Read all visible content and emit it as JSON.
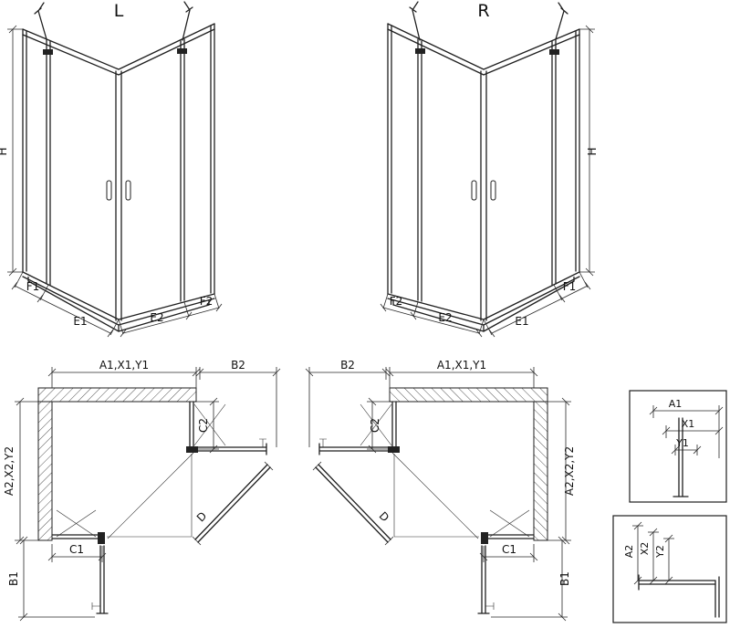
{
  "persp_left": {
    "title": "L",
    "h": "H",
    "f1": "F1",
    "e1": "E1",
    "e2": "E2",
    "f2": "F2"
  },
  "persp_right": {
    "title": "R",
    "h": "H",
    "f1": "F1",
    "e1": "E1",
    "e2": "E2",
    "f2": "F2"
  },
  "plan_left": {
    "a1": "A1,X1,Y1",
    "b2": "B2",
    "c2": "C2",
    "a2": "A2,X2,Y2",
    "c1": "C1",
    "d": "D",
    "b1": "B1"
  },
  "plan_right": {
    "a1": "A1,X1,Y1",
    "b2": "B2",
    "c2": "C2",
    "a2": "A2,X2,Y2",
    "c1": "C1",
    "d": "D",
    "b1": "B1"
  },
  "detail_top": {
    "a1": "A1",
    "x1": "X1",
    "y1": "Y1"
  },
  "detail_bottom": {
    "a2": "A2",
    "x2": "X2",
    "y2": "Y2"
  },
  "colors": {
    "line": "#1f1f1f",
    "background": "#ffffff"
  }
}
